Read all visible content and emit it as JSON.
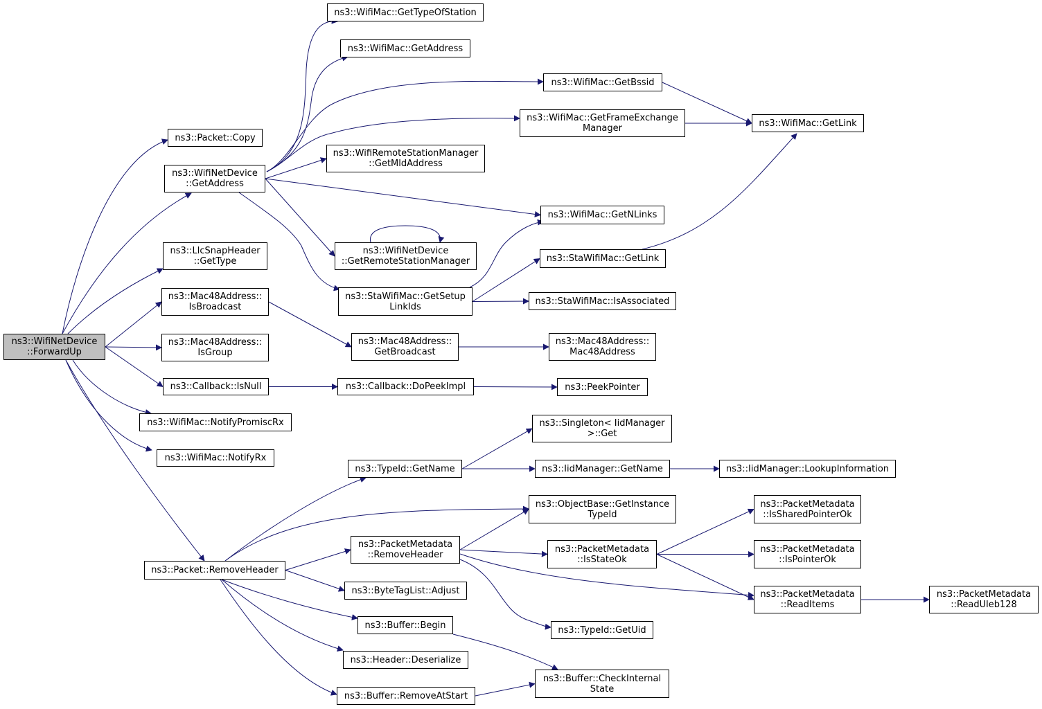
{
  "diagram": {
    "edge_color": "#191970",
    "root_fill": "#bfbfbf",
    "nodes": {
      "forwardup": {
        "lines": [
          "ns3::WifiNetDevice",
          "::ForwardUp"
        ]
      },
      "packet_copy": {
        "lines": [
          "ns3::Packet::Copy"
        ]
      },
      "netdev_getaddress": {
        "lines": [
          "ns3::WifiNetDevice",
          "::GetAddress"
        ]
      },
      "llcsnap_gettype": {
        "lines": [
          "ns3::LlcSnapHeader",
          "::GetType"
        ]
      },
      "mac48_isbroadcast": {
        "lines": [
          "ns3::Mac48Address::",
          "IsBroadcast"
        ]
      },
      "mac48_isgroup": {
        "lines": [
          "ns3::Mac48Address::",
          "IsGroup"
        ]
      },
      "callback_isnull": {
        "lines": [
          "ns3::Callback::IsNull"
        ]
      },
      "notifypromiscrx": {
        "lines": [
          "ns3::WifiMac::NotifyPromiscRx"
        ]
      },
      "notifyrx": {
        "lines": [
          "ns3::WifiMac::NotifyRx"
        ]
      },
      "removeheader": {
        "lines": [
          "ns3::Packet::RemoveHeader"
        ]
      },
      "gettypeofstation": {
        "lines": [
          "ns3::WifiMac::GetTypeOfStation"
        ]
      },
      "mac_getaddress": {
        "lines": [
          "ns3::WifiMac::GetAddress"
        ]
      },
      "getbssid": {
        "lines": [
          "ns3::WifiMac::GetBssid"
        ]
      },
      "getfem": {
        "lines": [
          "ns3::WifiMac::GetFrameExchange",
          "Manager"
        ]
      },
      "getlink": {
        "lines": [
          "ns3::WifiMac::GetLink"
        ]
      },
      "getmldaddress": {
        "lines": [
          "ns3::WifiRemoteStationManager",
          "::GetMldAddress"
        ]
      },
      "getnlinks": {
        "lines": [
          "ns3::WifiMac::GetNLinks"
        ]
      },
      "getrsm": {
        "lines": [
          "ns3::WifiNetDevice",
          "::GetRemoteStationManager"
        ]
      },
      "sta_getlink": {
        "lines": [
          "ns3::StaWifiMac::GetLink"
        ]
      },
      "getsetuplinkids": {
        "lines": [
          "ns3::StaWifiMac::GetSetup",
          "LinkIds"
        ]
      },
      "isassociated": {
        "lines": [
          "ns3::StaWifiMac::IsAssociated"
        ]
      },
      "getbroadcast": {
        "lines": [
          "ns3::Mac48Address::",
          "GetBroadcast"
        ]
      },
      "mac48address": {
        "lines": [
          "ns3::Mac48Address::",
          "Mac48Address"
        ]
      },
      "dopeekimpl": {
        "lines": [
          "ns3::Callback::DoPeekImpl"
        ]
      },
      "peekpointer": {
        "lines": [
          "ns3::PeekPointer"
        ]
      },
      "singleton_get": {
        "lines": [
          "ns3::Singleton< IidManager",
          ">::Get"
        ]
      },
      "typeid_getname": {
        "lines": [
          "ns3::TypeId::GetName"
        ]
      },
      "iid_getname": {
        "lines": [
          "ns3::IidManager::GetName"
        ]
      },
      "lookupinfo": {
        "lines": [
          "ns3::IidManager::LookupInformation"
        ]
      },
      "getinstancetypeid": {
        "lines": [
          "ns3::ObjectBase::GetInstance",
          "TypeId"
        ]
      },
      "pm_removeheader": {
        "lines": [
          "ns3::PacketMetadata",
          "::RemoveHeader"
        ]
      },
      "pm_issharedptr": {
        "lines": [
          "ns3::PacketMetadata",
          "::IsSharedPointerOk"
        ]
      },
      "pm_isstateok": {
        "lines": [
          "ns3::PacketMetadata",
          "::IsStateOk"
        ]
      },
      "pm_ispointerok": {
        "lines": [
          "ns3::PacketMetadata",
          "::IsPointerOk"
        ]
      },
      "pm_readitems": {
        "lines": [
          "ns3::PacketMetadata",
          "::ReadItems"
        ]
      },
      "pm_readuleb": {
        "lines": [
          "ns3::PacketMetadata",
          "::ReadUleb128"
        ]
      },
      "bytetaglist_adjust": {
        "lines": [
          "ns3::ByteTagList::Adjust"
        ]
      },
      "buffer_begin": {
        "lines": [
          "ns3::Buffer::Begin"
        ]
      },
      "typeid_getuid": {
        "lines": [
          "ns3::TypeId::GetUid"
        ]
      },
      "header_deserialize": {
        "lines": [
          "ns3::Header::Deserialize"
        ]
      },
      "buffer_checkstate": {
        "lines": [
          "ns3::Buffer::CheckInternal",
          "State"
        ]
      },
      "buffer_removeatstart": {
        "lines": [
          "ns3::Buffer::RemoveAtStart"
        ]
      }
    },
    "edges": [
      [
        "forwardup",
        "packet_copy"
      ],
      [
        "forwardup",
        "netdev_getaddress"
      ],
      [
        "forwardup",
        "llcsnap_gettype"
      ],
      [
        "forwardup",
        "mac48_isbroadcast"
      ],
      [
        "forwardup",
        "mac48_isgroup"
      ],
      [
        "forwardup",
        "callback_isnull"
      ],
      [
        "forwardup",
        "notifypromiscrx"
      ],
      [
        "forwardup",
        "notifyrx"
      ],
      [
        "forwardup",
        "removeheader"
      ],
      [
        "netdev_getaddress",
        "gettypeofstation"
      ],
      [
        "netdev_getaddress",
        "mac_getaddress"
      ],
      [
        "netdev_getaddress",
        "getbssid"
      ],
      [
        "netdev_getaddress",
        "getfem"
      ],
      [
        "netdev_getaddress",
        "getmldaddress"
      ],
      [
        "netdev_getaddress",
        "getnlinks"
      ],
      [
        "netdev_getaddress",
        "getrsm"
      ],
      [
        "netdev_getaddress",
        "getsetuplinkids"
      ],
      [
        "getbssid",
        "getlink"
      ],
      [
        "getfem",
        "getlink"
      ],
      [
        "getrsm",
        "getrsm"
      ],
      [
        "getsetuplinkids",
        "getnlinks"
      ],
      [
        "getsetuplinkids",
        "sta_getlink"
      ],
      [
        "getsetuplinkids",
        "isassociated"
      ],
      [
        "sta_getlink",
        "getlink"
      ],
      [
        "mac48_isbroadcast",
        "getbroadcast"
      ],
      [
        "getbroadcast",
        "mac48address"
      ],
      [
        "callback_isnull",
        "dopeekimpl"
      ],
      [
        "dopeekimpl",
        "peekpointer"
      ],
      [
        "removeheader",
        "typeid_getname"
      ],
      [
        "removeheader",
        "getinstancetypeid"
      ],
      [
        "removeheader",
        "pm_removeheader"
      ],
      [
        "removeheader",
        "bytetaglist_adjust"
      ],
      [
        "removeheader",
        "buffer_begin"
      ],
      [
        "removeheader",
        "header_deserialize"
      ],
      [
        "removeheader",
        "buffer_removeatstart"
      ],
      [
        "typeid_getname",
        "singleton_get"
      ],
      [
        "typeid_getname",
        "iid_getname"
      ],
      [
        "iid_getname",
        "lookupinfo"
      ],
      [
        "pm_removeheader",
        "getinstancetypeid"
      ],
      [
        "pm_removeheader",
        "pm_isstateok"
      ],
      [
        "pm_removeheader",
        "pm_readitems"
      ],
      [
        "pm_removeheader",
        "typeid_getuid"
      ],
      [
        "pm_isstateok",
        "pm_issharedptr"
      ],
      [
        "pm_isstateok",
        "pm_ispointerok"
      ],
      [
        "pm_isstateok",
        "pm_readitems"
      ],
      [
        "pm_readitems",
        "pm_readuleb"
      ],
      [
        "buffer_begin",
        "buffer_checkstate"
      ],
      [
        "buffer_removeatstart",
        "buffer_checkstate"
      ]
    ]
  }
}
